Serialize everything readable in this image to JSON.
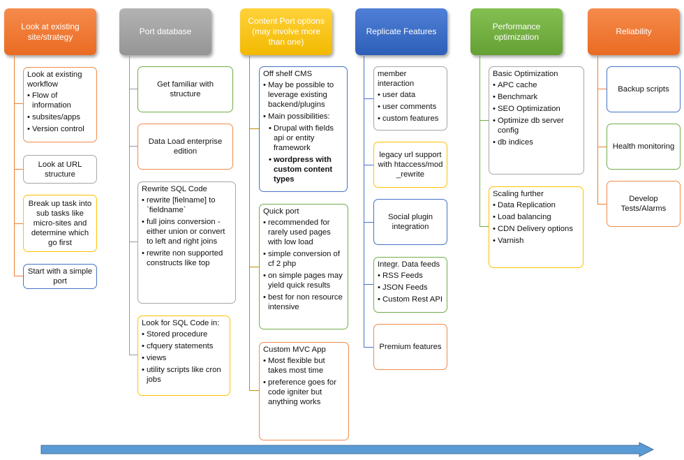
{
  "columns": [
    {
      "header": "Look at existing site/strategy"
    },
    {
      "header": "Port database"
    },
    {
      "header": "Content Port options (may involve more than one)"
    },
    {
      "header": "Replicate Features"
    },
    {
      "header": "Performance optimization"
    },
    {
      "header": "Reliability"
    }
  ],
  "col1": {
    "b1": {
      "title": "Look at existing workflow",
      "items": [
        "Flow of information",
        "subsites/apps",
        "Version control"
      ]
    },
    "b2": {
      "title": "Look at URL structure"
    },
    "b3": {
      "title": "Break up task into sub tasks like micro-sites and determine which go first"
    },
    "b4": {
      "title": "Start with a simple port"
    }
  },
  "col2": {
    "b1": {
      "title": "Get familiar with structure"
    },
    "b2": {
      "title": "Data Load enterprise edition"
    },
    "b3": {
      "title": "Rewrite SQL Code",
      "items": [
        "rewrite [fielname] to `fieldname`",
        "full joins conversion - either union or convert to left and right joins",
        "rewrite non supported constructs like top"
      ]
    },
    "b4": {
      "title": "Look for SQL Code in:",
      "items": [
        "Stored procedure",
        "cfquery statements",
        "views",
        "utility scripts like cron jobs"
      ]
    }
  },
  "col3": {
    "b1": {
      "title": "Off shelf CMS",
      "items": [
        "May be possible to leverage existing backend/plugins",
        "Main possibilities:",
        "Drupal with fields api or entity framework",
        "wordpress with custom content types"
      ]
    },
    "b2": {
      "title": "Quick port",
      "items": [
        "recommended for rarely used pages with low load",
        "simple conversion of cf 2 php",
        "on simple pages may yield quick results",
        "best for non resource intensive"
      ]
    },
    "b3": {
      "title": "Custom MVC App",
      "items": [
        "Most flexible but takes most time",
        "preference goes for code igniter but anything works"
      ]
    }
  },
  "col4": {
    "b1": {
      "title": "member interaction",
      "items": [
        "user data",
        "user comments",
        "custom features"
      ]
    },
    "b2": {
      "title": "legacy url support with htaccess/mod_rewrite"
    },
    "b3": {
      "title": "Social plugin integration"
    },
    "b4": {
      "title": "Integr. Data feeds",
      "items": [
        "RSS Feeds",
        "JSON Feeds",
        "Custom Rest API"
      ]
    },
    "b5": {
      "title": "Premium features"
    }
  },
  "col5": {
    "b1": {
      "title": "Basic Optimization",
      "items": [
        "APC cache",
        "Benchmark",
        "SEO Optimization",
        "Optimize db server config",
        "db indices"
      ]
    },
    "b2": {
      "title": "Scaling further",
      "items": [
        "Data Replication",
        "Load balancing",
        "CDN Delivery options",
        "Varnish"
      ]
    }
  },
  "col6": {
    "b1": {
      "title": "Backup scripts"
    },
    "b2": {
      "title": "Health monitoring"
    },
    "b3": {
      "title": "Develop Tests/Alarms"
    }
  }
}
